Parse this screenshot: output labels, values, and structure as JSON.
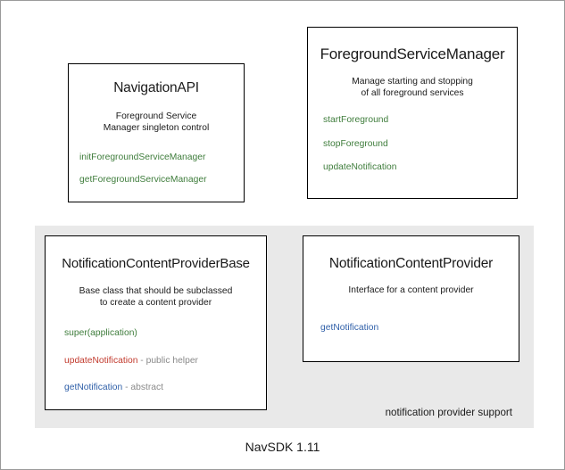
{
  "diagram": {
    "caption": "NavSDK 1.11",
    "group": {
      "label": "notification provider support",
      "background": "#e9e9e9"
    },
    "colors": {
      "method_green": "#3f7d3c",
      "method_red": "#c23b2e",
      "method_blue": "#2f5fa8",
      "note_gray": "#8a8a8a",
      "box_border": "#000000",
      "canvas_border": "#9a9a9a"
    },
    "boxes": {
      "navigation_api": {
        "title": "NavigationAPI",
        "description": "Foreground Service\nManager singleton control",
        "members": [
          {
            "name": "initForegroundServiceManager",
            "note": ""
          },
          {
            "name": "getForegroundServiceManager",
            "note": ""
          }
        ]
      },
      "foreground_service_manager": {
        "title": "ForegroundServiceManager",
        "description": "Manage starting and stopping\nof all foreground services",
        "members": [
          {
            "name": "startForeground",
            "note": ""
          },
          {
            "name": "stopForeground",
            "note": ""
          },
          {
            "name": "updateNotification",
            "note": ""
          }
        ]
      },
      "notification_content_provider_base": {
        "title": "NotificationContentProviderBase",
        "description": "Base class that should be subclassed\nto create a content provider",
        "members": [
          {
            "name": "super(application)",
            "note": ""
          },
          {
            "name": "updateNotification",
            "note": " - public helper"
          },
          {
            "name": "getNotification",
            "note": " - abstract"
          }
        ]
      },
      "notification_content_provider": {
        "title": "NotificationContentProvider",
        "description": "Interface for a content provider",
        "members": [
          {
            "name": "getNotification",
            "note": ""
          }
        ]
      }
    }
  }
}
